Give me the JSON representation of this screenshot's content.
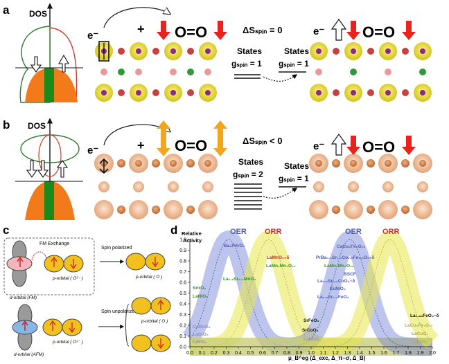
{
  "panels": {
    "a": {
      "letter": "a",
      "dos_label": "DOS",
      "electron": "e⁻",
      "plus": "+",
      "o2": "O=O",
      "delta_s": "ΔSₛₚᵢₙ = 0",
      "states_label": "States",
      "g_label": "gₛₚᵢₙ = 1",
      "states_label_right": "States",
      "g_label_right": "gₛₚᵢₙ = 1"
    },
    "b": {
      "letter": "b",
      "dos_label": "DOS",
      "electron": "e⁻",
      "plus": "+",
      "o2": "O=O",
      "delta_s": "ΔSₛₚᵢₙ < 0",
      "states_label": "States",
      "g_label": "gₛₚᵢₙ = 2",
      "states_label_right": "States",
      "g_label_right": "gₛₚᵢₙ = 1"
    },
    "c": {
      "letter": "c",
      "fm_exchange": "FM Exchange",
      "spin_polarized": "Spin polarized",
      "spin_unpolarized": "Spin unpolarized",
      "d_orbital_fm": "d-orbital (FM)",
      "d_orbital_afm": "d-orbital (AFM)",
      "p_orbital_o2minus": "p-orbital ( O²⁻ )",
      "p_orbital_o": "p-orbital ( O )",
      "p_orbital_o2minus_b": "p-orbital ( O²⁻ )",
      "p_orbital_o_b": "p-orbital ( O )"
    },
    "d": {
      "letter": "d",
      "ylabel_1": "Relative",
      "ylabel_2": "Activity",
      "oer_1": "OER",
      "orr_1": "ORR",
      "oer_2": "OER",
      "orr_2": "ORR",
      "xlabel": "μ_B^eg (Δ_exc, Δ_π−σ, Δ_B)",
      "materials": [
        "Ba₂PrIrO₆",
        "LaMnO₃₊δ",
        "LaMn₇Mn₄O₁₂",
        "PrBa₀.₅Sr₀.₅Co₁.₅Fe₀.₅O₅₊δ",
        "CaCu₃Fe₄O₁₂",
        "LaMn₇Mn₄O₁₂",
        "BSCF",
        "La₀.₅Sr₀.₅CoO₃−δ",
        "EuNiO₃",
        "La₀.₅Sr₀.₅FeO₃",
        "La₀.₆Sr₀.₄MnO₃",
        "SrIrO₃",
        "LaNiO₃",
        "CaMnO₃",
        "LaCrO₃",
        "LaVO₃",
        "SrFeO₃",
        "SrCoO₃",
        "LaMnO₃",
        "La₀.₉₉FeO₃−δ",
        "LaCu₃Fe₄O₁₂",
        "LaCoO₃",
        "LaFeO₃"
      ]
    }
  },
  "colors": {
    "oer": "#6f7fd6",
    "orr": "#e8e84a",
    "red_arrow": "#e8231d",
    "orange_arrow": "#f2a61e",
    "label_red": "#d12b2b",
    "label_blue": "#4b5bb5",
    "label_green": "#3a8a2a",
    "copper": "#d88a52",
    "yellow_atom": "#e2d22a"
  },
  "chart_data": {
    "type": "line",
    "title": "",
    "xlabel": "μ_B^eg (Δ_exc, Δ_π−σ, Δ_B)",
    "ylabel": "Relative Activity",
    "xlim": [
      0.0,
      2.0
    ],
    "ylim": [
      0.0,
      1.0
    ],
    "x_ticks": [
      0.0,
      0.1,
      0.2,
      0.3,
      0.4,
      0.5,
      0.6,
      0.7,
      0.8,
      0.9,
      1.0,
      1.1,
      1.2,
      1.3,
      1.4,
      1.5,
      1.6,
      1.7,
      1.8,
      1.9,
      2.0
    ],
    "y_ticks": [
      0.0,
      0.1,
      0.2,
      0.3,
      0.4,
      0.5,
      0.6,
      0.7,
      0.8,
      0.9,
      1.0
    ],
    "series": [
      {
        "name": "OER",
        "peak_x": 0.32,
        "color": "blue"
      },
      {
        "name": "ORR",
        "peak_x": 0.65,
        "color": "yellow"
      },
      {
        "name": "OER",
        "peak_x": 1.32,
        "color": "blue"
      },
      {
        "name": "ORR",
        "peak_x": 1.65,
        "color": "yellow"
      }
    ]
  }
}
